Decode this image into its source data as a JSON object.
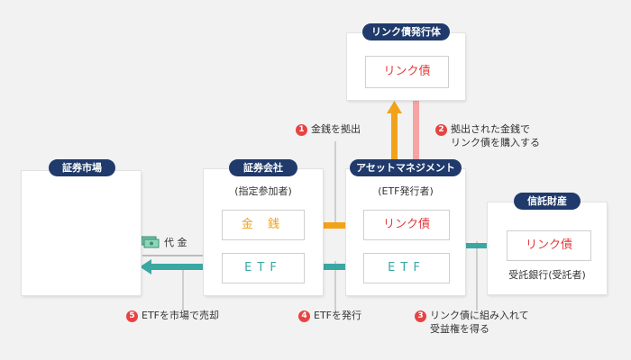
{
  "colors": {
    "title_bg": "#1f3a6b",
    "red": "#e23c3c",
    "orange": "#f2a21a",
    "teal": "#3aa7a3",
    "pink": "#f5a3a3",
    "badge": "#e84343"
  },
  "market": {
    "title": "証券市場"
  },
  "securities": {
    "title": "証券会社",
    "subtitle": "(指定参加者)",
    "money": "金 銭",
    "etf": "ETF"
  },
  "asset_mgmt": {
    "title": "アセットマネジメント",
    "subtitle": "(ETF発行者)",
    "link": "リンク債",
    "etf": "ETF"
  },
  "issuer": {
    "title": "リンク債発行体",
    "link": "リンク債"
  },
  "trust": {
    "title": "信託財産",
    "link": "リンク債",
    "caption": "受託銀行(受託者)"
  },
  "payment": {
    "label": "代 金"
  },
  "steps": [
    {
      "num": "1",
      "lines": [
        "金銭を拠出"
      ]
    },
    {
      "num": "2",
      "lines": [
        "拠出された金銭で",
        "リンク債を購入する"
      ]
    },
    {
      "num": "3",
      "lines": [
        "リンク債に組み入れて",
        "受益権を得る"
      ]
    },
    {
      "num": "4",
      "lines": [
        "ETFを発行"
      ]
    },
    {
      "num": "5",
      "lines": [
        "ETFを市場で売却"
      ]
    }
  ]
}
